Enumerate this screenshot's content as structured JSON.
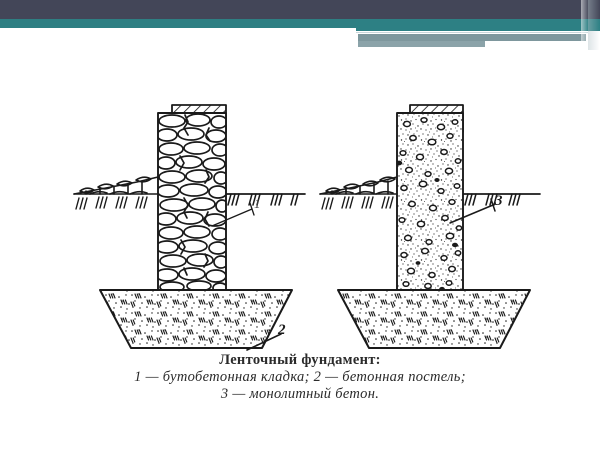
{
  "slide": {
    "header": {
      "name": "decorative-header-bars",
      "colors": {
        "dark_navy": "#434658",
        "teal": "#2e7f83",
        "steel_blue": "#7e979d",
        "steel_blue_light": "#8ba3a9",
        "hairline": "#c9d6da"
      }
    },
    "background_color": "#ffffff"
  },
  "figure": {
    "name": "strip-foundation-cross-sections",
    "ink_color": "#1a1a1a",
    "left_diagram": {
      "name": "rubble-concrete-foundation",
      "callout_label": "1",
      "parts": {
        "cap": "hatched-wall-cap",
        "wall": "rubble-stone-masonry-wall",
        "pad": "concrete-bed-pad",
        "ground": "ground-line-with-blind-area"
      }
    },
    "right_diagram": {
      "name": "monolithic-concrete-foundation",
      "callout_label": "3",
      "parts": {
        "cap": "hatched-wall-cap",
        "wall": "monolithic-concrete-wall",
        "pad": "concrete-bed-pad",
        "ground": "ground-line-with-blind-area"
      }
    },
    "shared_callout": {
      "label": "2",
      "refers_to": "concrete-bed-pad"
    }
  },
  "caption": {
    "title": "Ленточный фундамент:",
    "legend_line_1": "1 — бутобетонная кладка; 2 — бетонная постель;",
    "legend_line_2": "3 — монолитный бетон."
  }
}
